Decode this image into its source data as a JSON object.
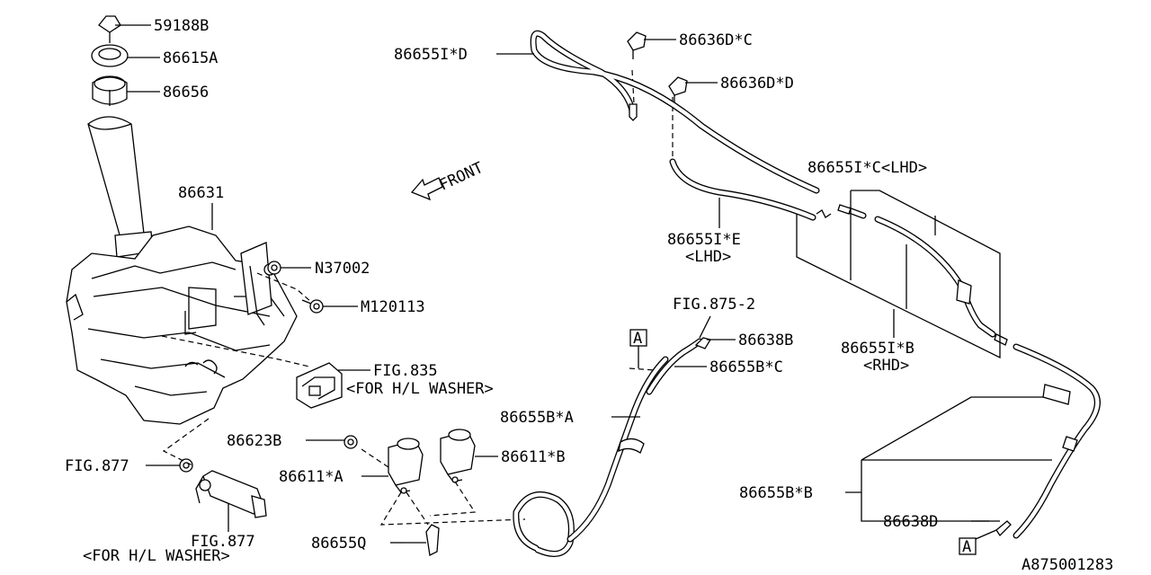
{
  "callouts": {
    "c59188b": "59188B",
    "c86615a": "86615A",
    "c86656": "86656",
    "c86631": "86631",
    "cn37002": "N37002",
    "cm120113": "M120113",
    "cfig835": "FIG.835",
    "cfig835_note": "<FOR H/L WASHER>",
    "c86623b": "86623B",
    "cfig877a": "FIG.877",
    "cfig877b": "FIG.877",
    "cfig877b_note": "<FOR H/L WASHER>",
    "c86611a": "86611*A",
    "c86611b": "86611*B",
    "c86655q": "86655Q",
    "c86655ba": "86655B*A",
    "c86655bc": "86655B*C",
    "c86638b": "86638B",
    "cfig875": "FIG.875-2",
    "c86655id": "86655I*D",
    "c86636dc": "86636D*C",
    "c86636dd": "86636D*D",
    "front": "FRONT",
    "c86655ic": "86655I*C<LHD>",
    "c86655ie": "86655I*E",
    "c86655ie_note": "<LHD>",
    "c86655ib": "86655I*B",
    "c86655ib_note": "<RHD>",
    "c86655bb": "86655B*B",
    "c86638d": "86638D",
    "ref_a": "A",
    "ref_a2": "A",
    "figure_id": "A875001283"
  }
}
